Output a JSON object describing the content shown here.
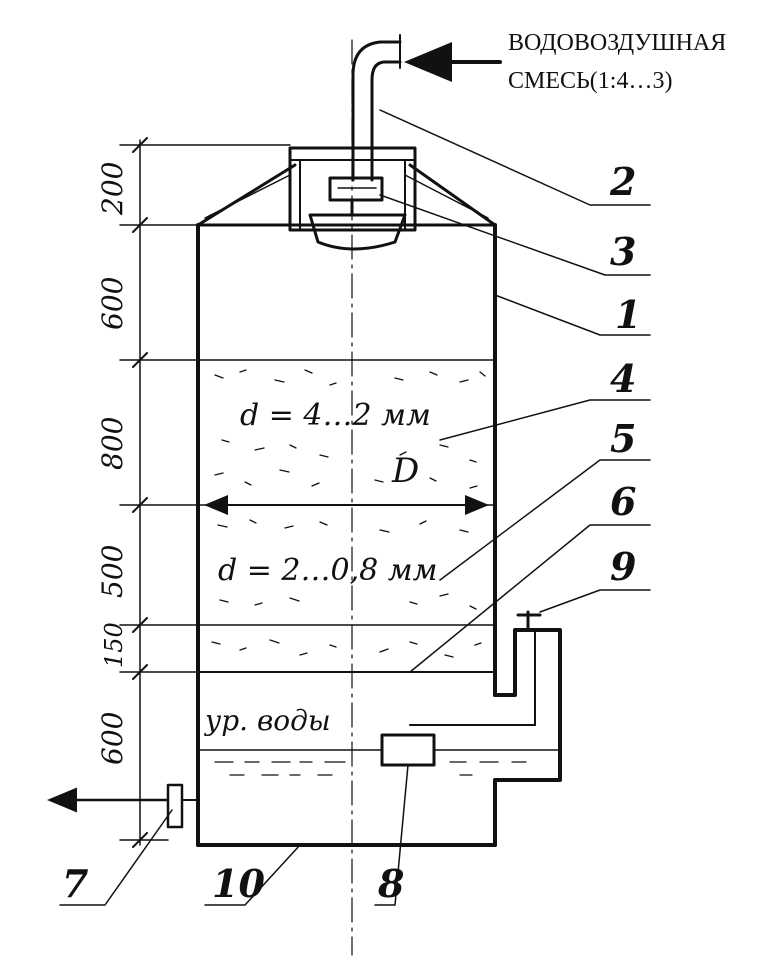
{
  "inlet_label": {
    "line1": "ВОДОВОЗДУШНАЯ",
    "line2": "СМЕСЬ(1:4…3)"
  },
  "dimensions": [
    "200",
    "600",
    "800",
    "500",
    "150",
    "600"
  ],
  "layers": {
    "upper": "d = 4…2 мм",
    "lower": "d = 2…0,8 мм",
    "diameter_symbol": "D",
    "water_level": "ур. воды"
  },
  "callouts": {
    "c1": "1",
    "c2": "2",
    "c3": "3",
    "c4": "4",
    "c5": "5",
    "c6": "6",
    "c7": "7",
    "c8": "8",
    "c9": "9",
    "c10": "10"
  },
  "colors": {
    "ink": "#111111",
    "background": "#ffffff"
  }
}
